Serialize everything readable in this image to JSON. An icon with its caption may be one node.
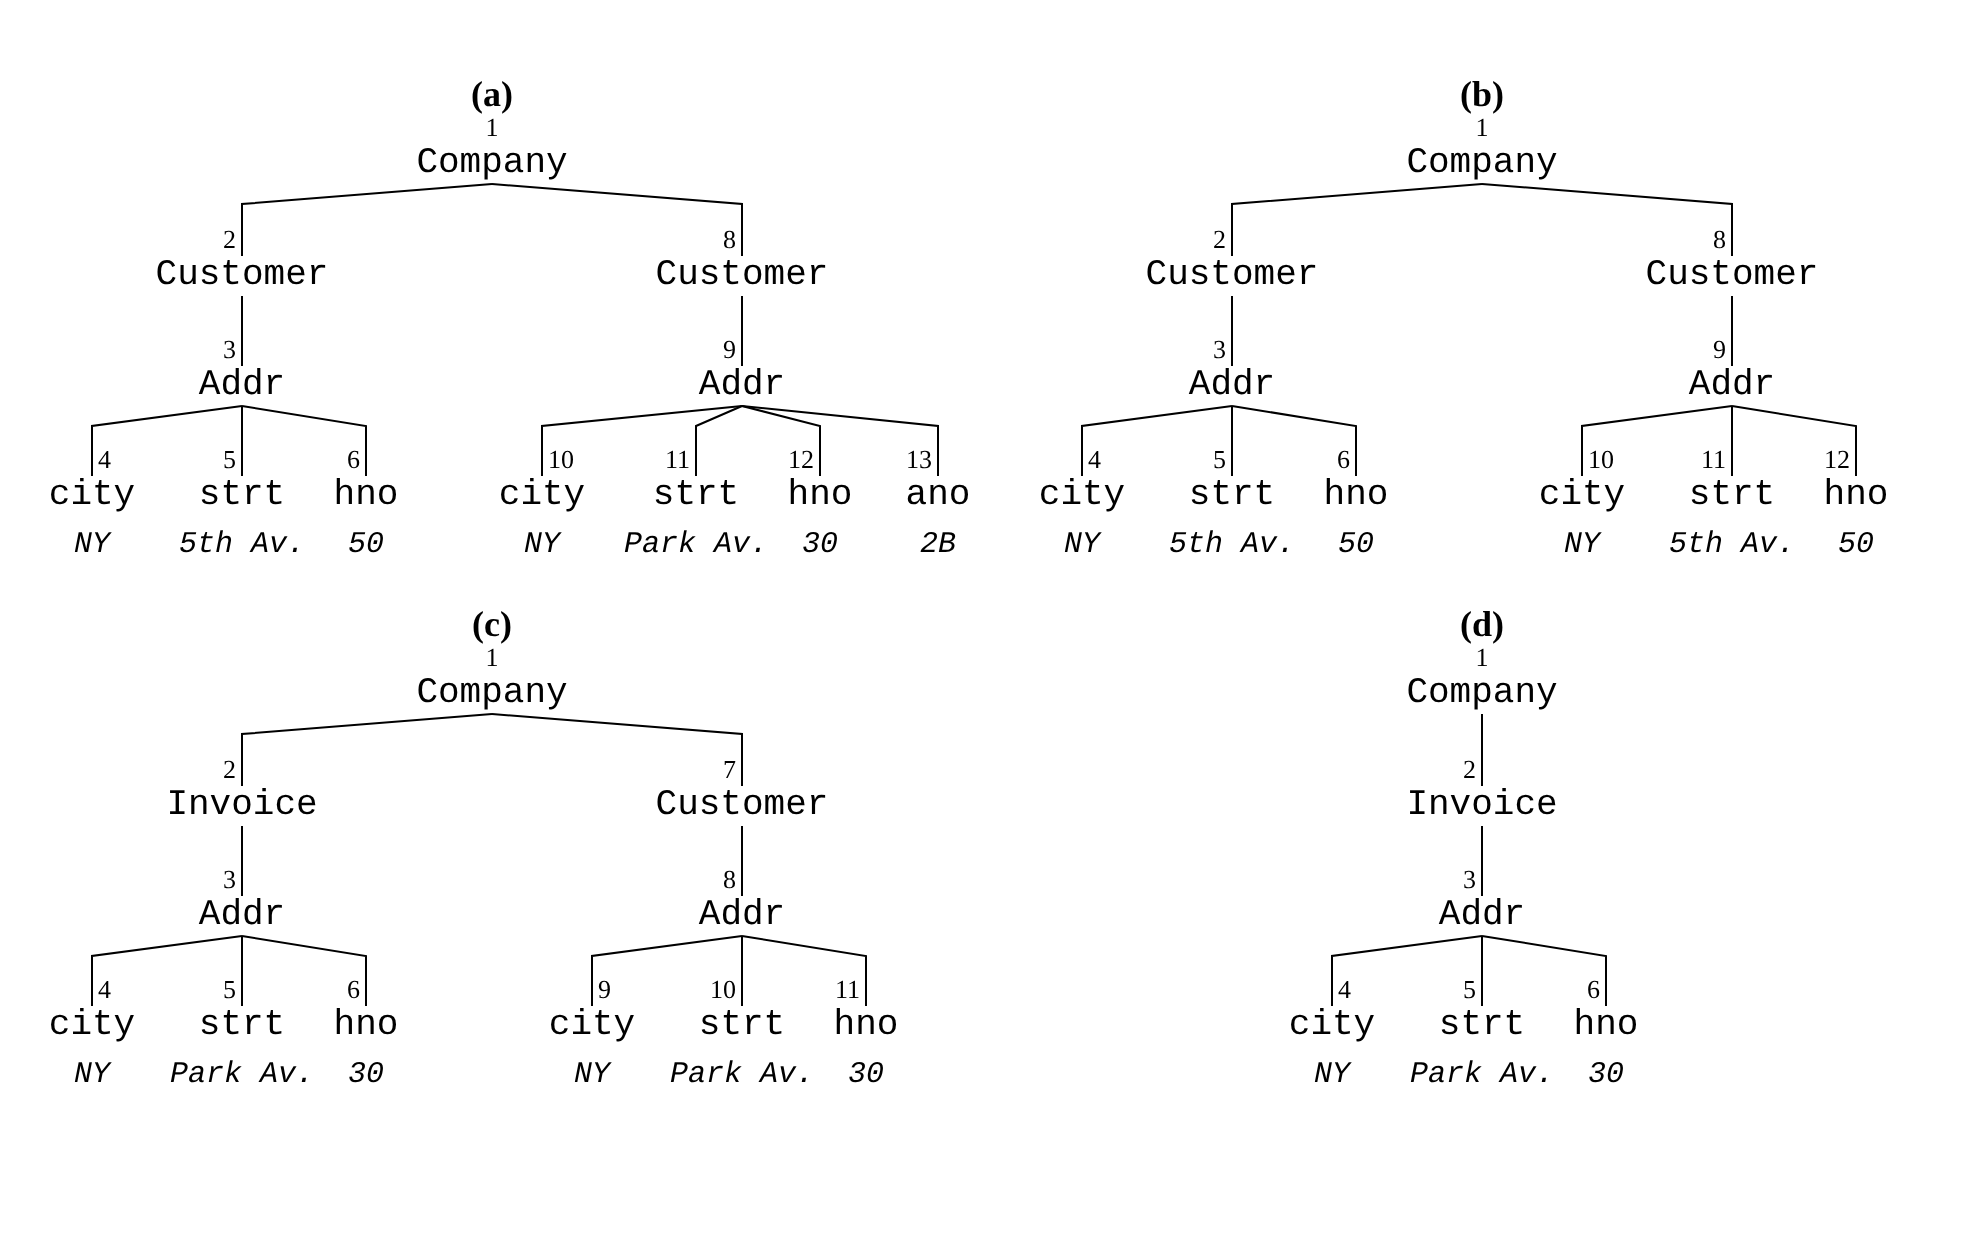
{
  "diagram": {
    "nodes": [
      {
        "text": [
          "Company"
        ],
        "beside": [
          "1"
        ]
      },
      {
        "text": [
          "Customer"
        ],
        "beside": [
          "2"
        ]
      },
      {
        "text": [
          "Addr"
        ],
        "beside": [
          "3"
        ]
      },
      {
        "text": [
          "city"
        ],
        "beside": [
          "4",
          "NY"
        ]
      },
      {
        "text": [
          "strt"
        ],
        "beside": [
          "5",
          "5th Av."
        ]
      },
      {
        "text": [
          "hno"
        ],
        "beside": [
          "6",
          "50"
        ]
      },
      {
        "text": [
          "Customer"
        ],
        "beside": [
          "8"
        ]
      },
      {
        "text": [
          "Addr"
        ],
        "beside": [
          "9"
        ]
      },
      {
        "text": [
          "city"
        ],
        "beside": [
          "10",
          "NY"
        ]
      },
      {
        "text": [
          "strt"
        ],
        "beside": [
          "11",
          "Park Av."
        ]
      },
      {
        "text": [
          "hno"
        ],
        "beside": [
          "12",
          "30"
        ]
      },
      {
        "text": [
          "ano"
        ],
        "beside": [
          "13",
          "2B"
        ]
      },
      {
        "text": [
          "Company"
        ],
        "beside": [
          "1"
        ]
      },
      {
        "text": [
          "Customer"
        ],
        "beside": [
          "2"
        ]
      },
      {
        "text": [
          "Addr"
        ],
        "beside": [
          "3"
        ]
      },
      {
        "text": [
          "city"
        ],
        "beside": [
          "4",
          "NY"
        ]
      },
      {
        "text": [
          "strt"
        ],
        "beside": [
          "5",
          "5th Av."
        ]
      },
      {
        "text": [
          "hno"
        ],
        "beside": [
          "6",
          "50"
        ]
      },
      {
        "text": [
          "Customer"
        ],
        "beside": [
          "8"
        ]
      },
      {
        "text": [
          "Addr"
        ],
        "beside": [
          "9"
        ]
      },
      {
        "text": [
          "city"
        ],
        "beside": [
          "10",
          "NY"
        ]
      },
      {
        "text": [
          "strt"
        ],
        "beside": [
          "11",
          "5th Av."
        ]
      },
      {
        "text": [
          "hno"
        ],
        "beside": [
          "12",
          "50"
        ]
      },
      {
        "text": [
          "Company"
        ],
        "beside": [
          "1"
        ]
      },
      {
        "text": [
          "Invoice"
        ],
        "beside": [
          "2"
        ]
      },
      {
        "text": [
          "Addr"
        ],
        "beside": [
          "3"
        ]
      },
      {
        "text": [
          "city"
        ],
        "beside": [
          "4",
          "NY"
        ]
      },
      {
        "text": [
          "strt"
        ],
        "beside": [
          "5",
          "Park Av."
        ]
      },
      {
        "text": [
          "hno"
        ],
        "beside": [
          "6",
          "30"
        ]
      },
      {
        "text": [
          "Customer"
        ],
        "beside": [
          "7"
        ]
      },
      {
        "text": [
          "Addr"
        ],
        "beside": [
          "8"
        ]
      },
      {
        "text": [
          "city"
        ],
        "beside": [
          "9",
          "NY"
        ]
      },
      {
        "text": [
          "strt"
        ],
        "beside": [
          "10",
          "Park Av."
        ]
      },
      {
        "text": [
          "hno"
        ],
        "beside": [
          "11",
          "30"
        ]
      },
      {
        "text": [
          "Company"
        ],
        "beside": [
          "1"
        ]
      },
      {
        "text": [
          "Invoice"
        ],
        "beside": [
          "2"
        ]
      },
      {
        "text": [
          "Addr"
        ],
        "beside": [
          "3"
        ]
      },
      {
        "text": [
          "city"
        ],
        "beside": [
          "4",
          "NY"
        ]
      },
      {
        "text": [
          "strt"
        ],
        "beside": [
          "5",
          "Park Av."
        ]
      },
      {
        "text": [
          "hno"
        ],
        "beside": [
          "6",
          "30"
        ]
      }
    ],
    "edges": [
      {
        "from": 0,
        "to": 1,
        "arrow": "none"
      },
      {
        "from": 1,
        "to": 2,
        "arrow": "none"
      },
      {
        "from": 2,
        "to": 3,
        "arrow": "none"
      },
      {
        "from": 2,
        "to": 4,
        "arrow": "none"
      },
      {
        "from": 2,
        "to": 5,
        "arrow": "none"
      },
      {
        "from": 0,
        "to": 6,
        "arrow": "none"
      },
      {
        "from": 6,
        "to": 7,
        "arrow": "none"
      },
      {
        "from": 7,
        "to": 8,
        "arrow": "none"
      },
      {
        "from": 7,
        "to": 9,
        "arrow": "none"
      },
      {
        "from": 7,
        "to": 10,
        "arrow": "none"
      },
      {
        "from": 7,
        "to": 11,
        "arrow": "none"
      },
      {
        "from": 12,
        "to": 13,
        "arrow": "none"
      },
      {
        "from": 13,
        "to": 14,
        "arrow": "none"
      },
      {
        "from": 14,
        "to": 15,
        "arrow": "none"
      },
      {
        "from": 14,
        "to": 16,
        "arrow": "none"
      },
      {
        "from": 14,
        "to": 17,
        "arrow": "none"
      },
      {
        "from": 12,
        "to": 18,
        "arrow": "none"
      },
      {
        "from": 18,
        "to": 19,
        "arrow": "none"
      },
      {
        "from": 19,
        "to": 20,
        "arrow": "none"
      },
      {
        "from": 19,
        "to": 21,
        "arrow": "none"
      },
      {
        "from": 19,
        "to": 22,
        "arrow": "none"
      },
      {
        "from": 23,
        "to": 24,
        "arrow": "none"
      },
      {
        "from": 24,
        "to": 25,
        "arrow": "none"
      },
      {
        "from": 25,
        "to": 26,
        "arrow": "none"
      },
      {
        "from": 25,
        "to": 27,
        "arrow": "none"
      },
      {
        "from": 25,
        "to": 28,
        "arrow": "none"
      },
      {
        "from": 23,
        "to": 29,
        "arrow": "none"
      },
      {
        "from": 29,
        "to": 30,
        "arrow": "none"
      },
      {
        "from": 30,
        "to": 31,
        "arrow": "none"
      },
      {
        "from": 30,
        "to": 32,
        "arrow": "none"
      },
      {
        "from": 30,
        "to": 33,
        "arrow": "none"
      },
      {
        "from": 34,
        "to": 35,
        "arrow": "none"
      },
      {
        "from": 35,
        "to": 36,
        "arrow": "none"
      },
      {
        "from": 36,
        "to": 37,
        "arrow": "none"
      },
      {
        "from": 36,
        "to": 38,
        "arrow": "none"
      },
      {
        "from": 36,
        "to": 39,
        "arrow": "none"
      }
    ],
    "labels": [
      "(a)",
      "(b)",
      "(c)",
      "(d)"
    ]
  }
}
